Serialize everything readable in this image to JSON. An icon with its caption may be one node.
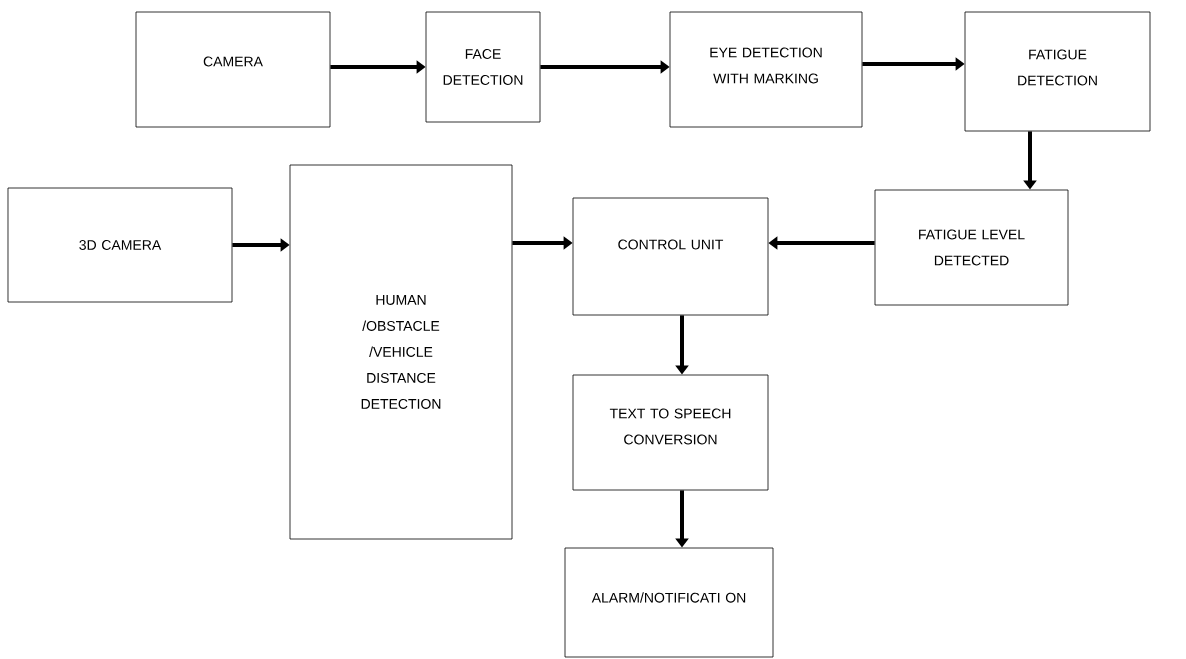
{
  "diagram": {
    "nodes": [
      {
        "text": [
          "CAMERA"
        ]
      },
      {
        "text": [
          "FACE DETECTION"
        ]
      },
      {
        "text": [
          "EYE DETECTION WITH MARKING"
        ]
      },
      {
        "text": [
          "FATIGUE DETECTION"
        ]
      },
      {
        "text": [
          "FATIGUE LEVEL DETECTED"
        ]
      },
      {
        "text": [
          "3D CAMERA"
        ]
      },
      {
        "text": [
          "HUMAN /OBSTACLE /VEHICLE DISTANCE DETECTION"
        ]
      },
      {
        "text": [
          "CONTROL UNIT"
        ]
      },
      {
        "text": [
          "TEXT TO SPEECH CONVERSION"
        ]
      },
      {
        "text": [
          "ALARM/NOTIFICATI ON"
        ]
      }
    ],
    "edges": [
      {
        "from": 0,
        "to": 1,
        "arrow": "to"
      },
      {
        "from": 1,
        "to": 2,
        "arrow": "to"
      },
      {
        "from": 2,
        "to": 3,
        "arrow": "to"
      },
      {
        "from": 3,
        "to": 4,
        "arrow": "to"
      },
      {
        "from": 5,
        "to": 6,
        "arrow": "to"
      },
      {
        "from": 6,
        "to": 7,
        "arrow": "to"
      },
      {
        "from": 4,
        "to": 7,
        "arrow": "to"
      },
      {
        "from": 7,
        "to": 8,
        "arrow": "to"
      },
      {
        "from": 8,
        "to": 9,
        "arrow": "to"
      }
    ]
  }
}
